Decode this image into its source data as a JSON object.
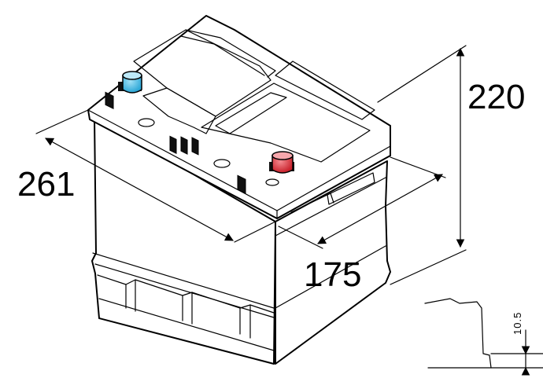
{
  "dimensions": {
    "length": "261",
    "width": "175",
    "height": "220",
    "foot_height": "10.5"
  },
  "colors": {
    "negative_terminal": "#2aa6d6",
    "positive_terminal": "#c8202a",
    "line": "#000000",
    "background": "#ffffff"
  }
}
